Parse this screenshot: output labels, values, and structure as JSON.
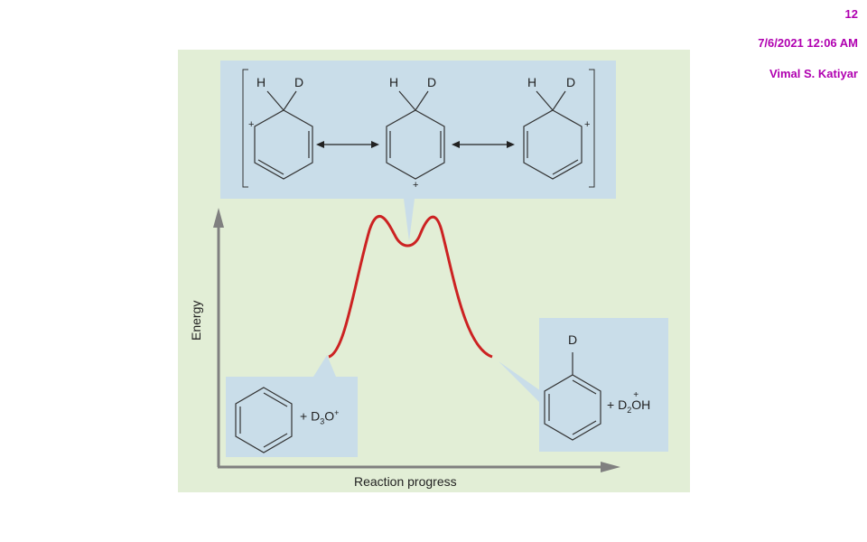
{
  "header": {
    "slide_number": "12",
    "date": "7/6/2021 12:06 AM",
    "author": "Vimal S. Katiyar"
  },
  "diagram": {
    "x_axis_label": "Reaction progress",
    "y_axis_label": "Energy",
    "resonance": {
      "atom_h": "H",
      "atom_d": "D",
      "plus": "+"
    },
    "reactant": {
      "plus_prefix": "+ D",
      "sub": "3",
      "atom": "O",
      "charge": "+"
    },
    "product": {
      "atom_d": "D",
      "plus_prefix": "+ D",
      "sub": "2",
      "atom": "O",
      "charge": "+",
      "suffix": "H"
    },
    "colors": {
      "curve": "#cc2222",
      "axis": "#808080",
      "panel": "#e2eed6",
      "box": "#c9dde9"
    }
  }
}
